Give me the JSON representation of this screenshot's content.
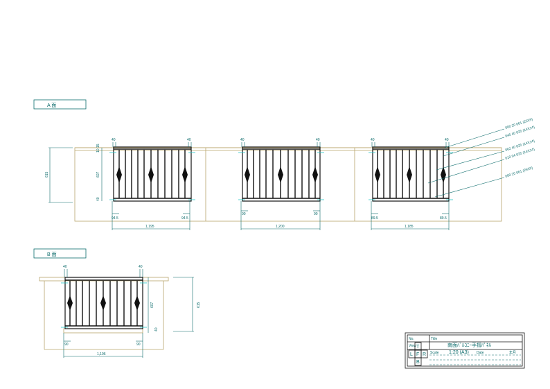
{
  "sections": {
    "a": {
      "title": "A 面"
    },
    "b": {
      "title": "B 面"
    }
  },
  "dims": {
    "post_top": "40",
    "total_height": "615",
    "inner_height": "607",
    "top_gap": "10 15",
    "bottom_gap": "40",
    "panel1": {
      "left": "94.5",
      "right": "94.5",
      "width": "1,195"
    },
    "panel2": {
      "left": "90",
      "right": "90",
      "width": "1,200"
    },
    "panel3": {
      "left": "89.5",
      "right": "89.5",
      "width": "1,185"
    },
    "panelB": {
      "left": "90",
      "right": "90",
      "width": "1,196",
      "side_height": "607",
      "side_bottom": "40",
      "total_height": "615"
    }
  },
  "callouts": [
    "000 20 061 (25X9)",
    "045 40 025 (14X14)",
    "062 40 025 (14X14)",
    "010 04 025 (14X14)",
    "000 20 061 (25X9)"
  ],
  "title_block": {
    "row1_label": "No.",
    "row1_value": "Title",
    "row2_label": "View",
    "row2_value": "南面ﾊﾞﾙｺﾆｰ手摺ﾊﾟﾈﾙ",
    "row3_label": "Scale",
    "row3_value": "1:20 (A3)",
    "row3_extra": "Date",
    "row3_extra2": "年月",
    "views": [
      "T",
      "L",
      "F",
      "R",
      "B"
    ]
  }
}
